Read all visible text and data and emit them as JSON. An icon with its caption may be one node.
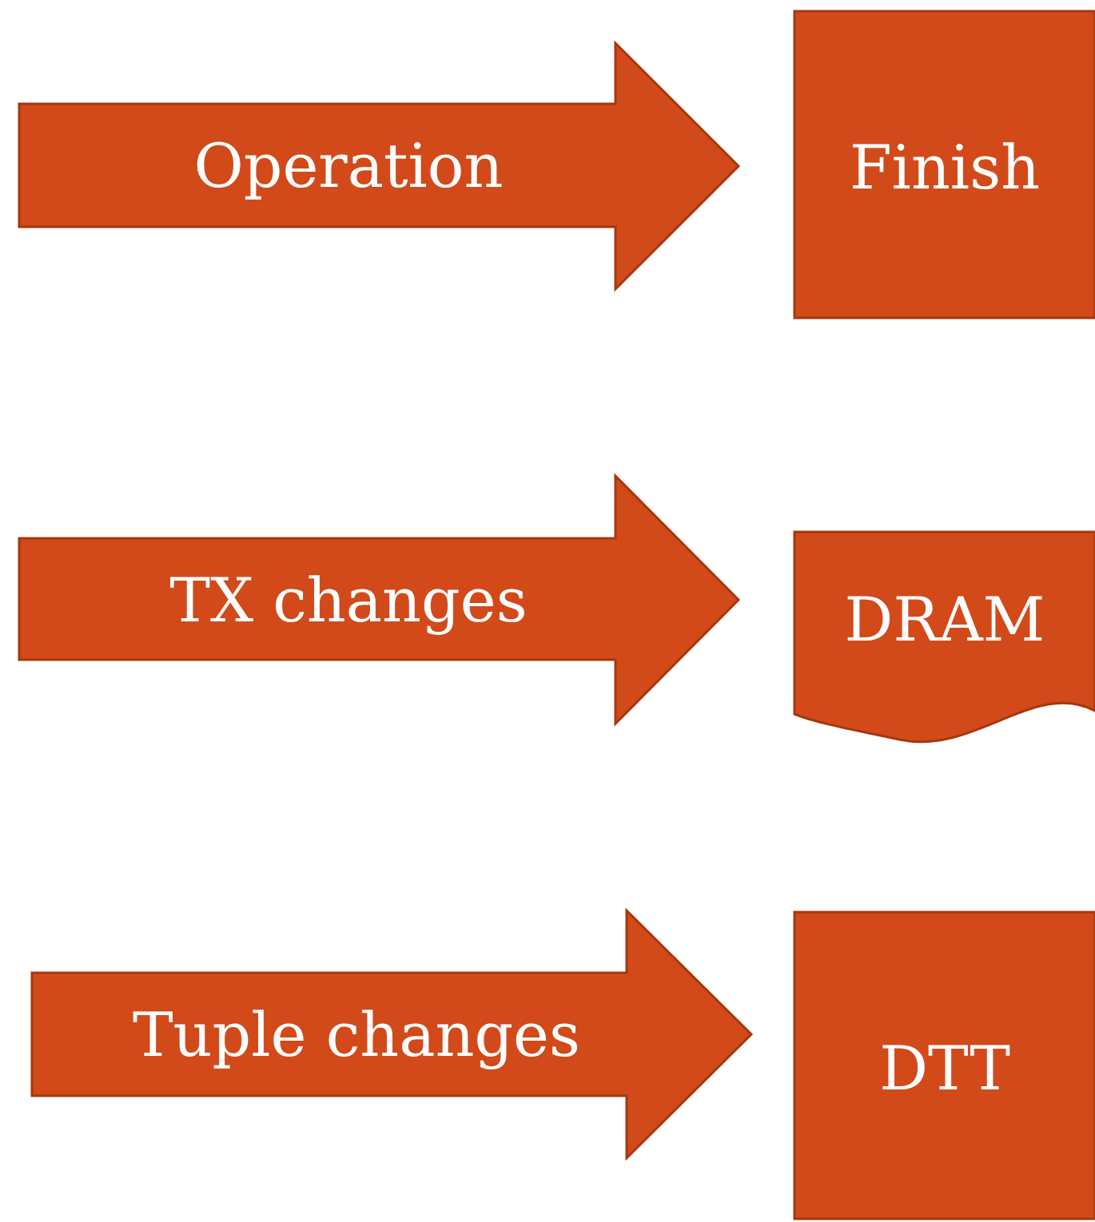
{
  "diagram": {
    "nodes": [
      {
        "text": [
          "Operation"
        ]
      },
      {
        "text": [
          "Finish"
        ]
      },
      {
        "text": [
          "TX changes"
        ]
      },
      {
        "text": [
          "DRAM"
        ]
      },
      {
        "text": [
          "Tuple changes"
        ]
      },
      {
        "text": [
          "DTT"
        ]
      }
    ]
  }
}
